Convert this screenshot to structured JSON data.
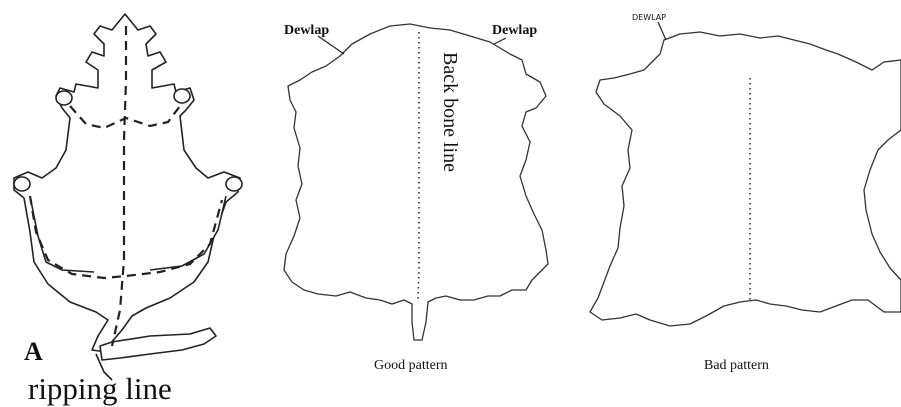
{
  "panel_a": {
    "letter": "A",
    "caption": "ripping line"
  },
  "good": {
    "dewlap_left": "Dewlap",
    "dewlap_right": "Dewlap",
    "backbone": "Back bone line",
    "caption": "Good pattern"
  },
  "bad": {
    "dewlap": "DEWLAP",
    "caption": "Bad pattern"
  }
}
